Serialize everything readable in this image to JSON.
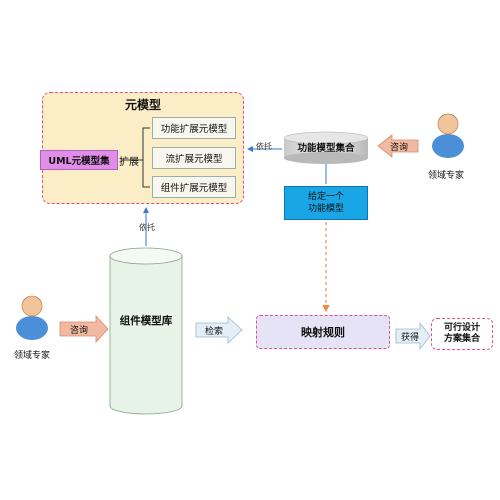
{
  "meta_model": {
    "title": "元模型",
    "extensions": [
      "功能扩展元模型",
      "流扩展元模型",
      "组件扩展元模型"
    ],
    "uml_set": "UML元模型集",
    "extend_label": "扩展"
  },
  "labels": {
    "rely_1": "依托",
    "rely_2": "依托",
    "consult_right": "咨询",
    "consult_left": "咨询",
    "retrieve": "检索",
    "obtain": "获得"
  },
  "function_model_set": "功能模型集合",
  "given_function_model": [
    "给定一个",
    "功能模型"
  ],
  "component_library": "组件模型库",
  "mapping_rules": "映射规则",
  "design_result": [
    "可行设计",
    "方案集合"
  ],
  "experts": {
    "right": "领域专家",
    "left": "领域专家"
  },
  "colors": {
    "accent_pink": "#e0508a",
    "blue_box": "#1aa6e6",
    "orange_dash": "#f08a3a",
    "arrow_fill": "#f0b9a0"
  }
}
